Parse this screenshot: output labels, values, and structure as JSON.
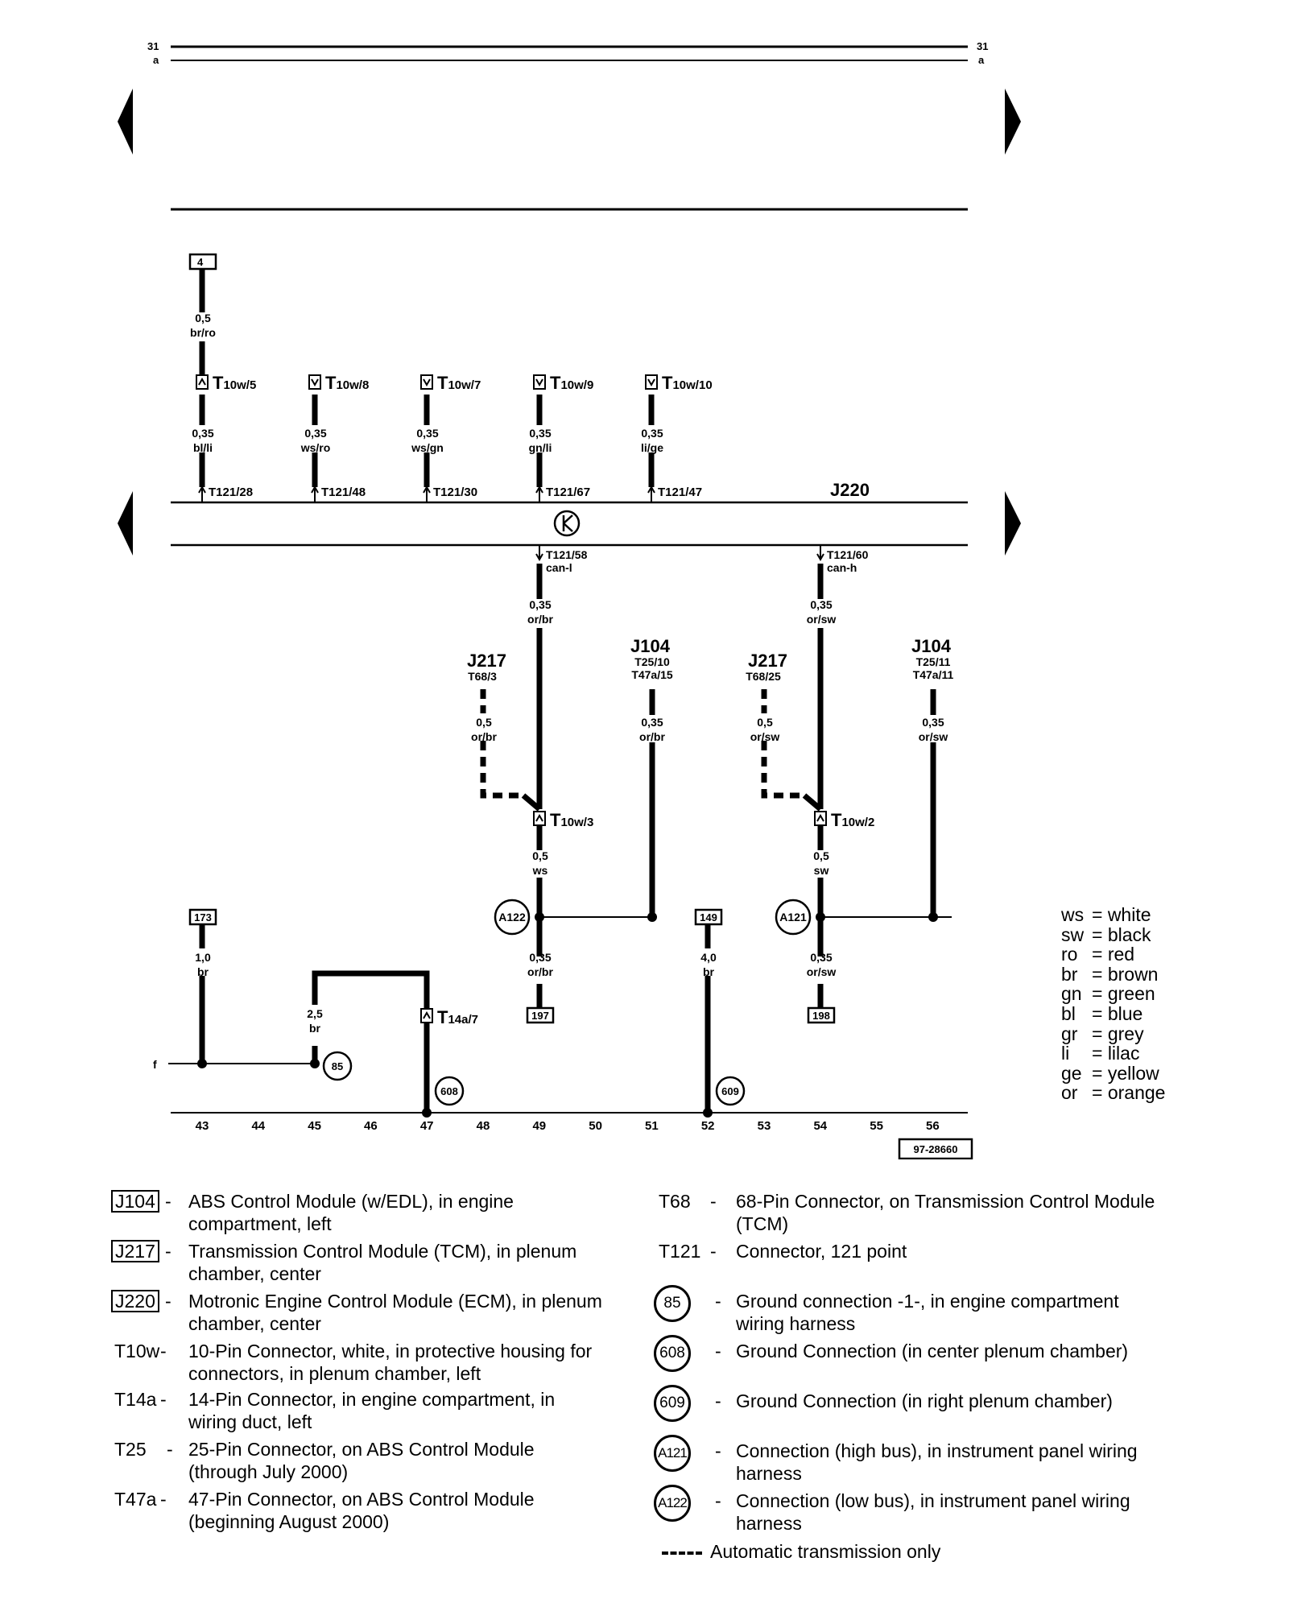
{
  "diagram": {
    "rail_top_31": "31",
    "rail_top_a": "a",
    "ecm_label": "J220",
    "pins": {
      "p1": "T10w/5",
      "p2": "T10w/8",
      "p3": "T10w/7",
      "p4": "T10w/9",
      "p5": "T10w/10",
      "e1": "T121/28",
      "e2": "T121/48",
      "e3": "T121/30",
      "e4": "T121/67",
      "e5": "T121/47",
      "b1": "T121/58",
      "b2": "T121/60",
      "t3": "T10w/3",
      "t2": "T10w/2",
      "t14": "T14a/7"
    },
    "bus": {
      "b1": "can-l",
      "b2": "can-h"
    },
    "boxes": {
      "top4": "4",
      "b173": "173",
      "b197": "197",
      "b149": "149",
      "b198": "198",
      "ref": "97-28660"
    },
    "wires": {
      "w1": [
        "0,5",
        "br/ro"
      ],
      "w2": [
        "0,35",
        "bl/li"
      ],
      "w3": [
        "0,35",
        "ws/ro"
      ],
      "w4": [
        "0,35",
        "ws/gn"
      ],
      "w5": [
        "0,35",
        "gn/li"
      ],
      "w6": [
        "0,35",
        "li/ge"
      ],
      "w7": [
        "0,35",
        "or/br"
      ],
      "w8": [
        "0,35",
        "or/sw"
      ],
      "w9": [
        "0,5",
        "or/br"
      ],
      "w10": [
        "0,35",
        "or/br"
      ],
      "w11": [
        "0,5",
        "or/sw"
      ],
      "w12": [
        "0,35",
        "or/sw"
      ],
      "w13": [
        "0,5",
        "ws"
      ],
      "w14": [
        "0,5",
        "sw"
      ],
      "w15": [
        "1,0",
        "br"
      ],
      "w16": [
        "2,5",
        "br"
      ],
      "w17": [
        "0,35",
        "or/br"
      ],
      "w18": [
        "4,0",
        "br"
      ],
      "w19": [
        "0,35",
        "or/sw"
      ]
    },
    "components": {
      "j217a": [
        "J217",
        "T68/3"
      ],
      "j104a": [
        "J104",
        "T25/10",
        "T47a/15"
      ],
      "j217b": [
        "J217",
        "T68/25"
      ],
      "j104b": [
        "J104",
        "T25/11",
        "T47a/11"
      ]
    },
    "circles": {
      "a122": "A122",
      "a121": "A121",
      "g85": "85",
      "g608": "608",
      "g609": "609"
    },
    "f_label": "f",
    "columns": [
      "43",
      "44",
      "45",
      "46",
      "47",
      "48",
      "49",
      "50",
      "51",
      "52",
      "53",
      "54",
      "55",
      "56"
    ]
  },
  "color_legend": [
    [
      "ws",
      "white"
    ],
    [
      "sw",
      "black"
    ],
    [
      "ro",
      "red"
    ],
    [
      "br",
      "brown"
    ],
    [
      "gn",
      "green"
    ],
    [
      "bl",
      "blue"
    ],
    [
      "gr",
      "grey"
    ],
    [
      "li",
      "lilac"
    ],
    [
      "ge",
      "yellow"
    ],
    [
      "or",
      "orange"
    ]
  ],
  "legend_left": [
    {
      "code": "J104",
      "desc": "ABS Control Module (w/EDL), in engine compartment, left"
    },
    {
      "code": "J217",
      "desc": "Transmission Control Module (TCM), in plenum chamber, center"
    },
    {
      "code": "J220",
      "desc": "Motronic Engine Control Module (ECM), in plenum chamber, center"
    },
    {
      "code": "T10w",
      "desc": "10-Pin Connector, white, in protective housing for connectors, in plenum chamber, left"
    },
    {
      "code": "T14a",
      "desc": "14-Pin Connector, in engine compartment, in wiring duct, left"
    },
    {
      "code": "T25",
      "desc": "25-Pin Connector, on ABS Control Module (through July 2000)"
    },
    {
      "code": "T47a",
      "desc": "47-Pin Connector, on ABS Control Module (beginning August 2000)"
    }
  ],
  "legend_right": [
    {
      "code": "T68",
      "desc": "68-Pin Connector, on Transmission Control Module (TCM)"
    },
    {
      "code": "T121",
      "desc": "Connector, 121 point"
    },
    {
      "code": "85",
      "desc": "Ground connection -1-, in engine compartment wiring harness"
    },
    {
      "code": "608",
      "desc": "Ground Connection (in center plenum chamber)"
    },
    {
      "code": "609",
      "desc": "Ground Connection (in right plenum chamber)"
    },
    {
      "code": "A121",
      "desc": "Connection (high bus), in instrument panel wiring harness"
    },
    {
      "code": "A122",
      "desc": "Connection (low bus), in instrument panel wiring harness"
    }
  ],
  "note": "Automatic transmission only"
}
